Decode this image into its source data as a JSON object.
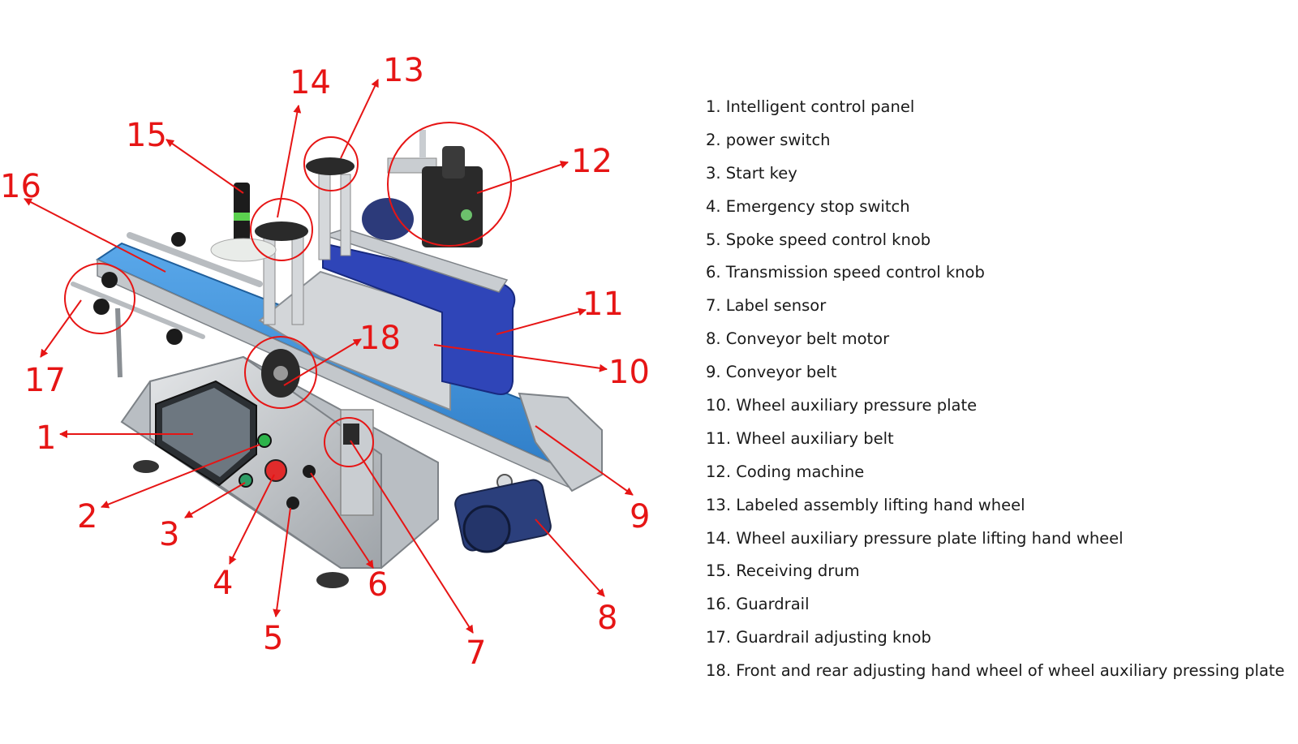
{
  "callouts": [
    {
      "num": "1",
      "label": "Intelligent control panel"
    },
    {
      "num": "2",
      "label": "power switch"
    },
    {
      "num": "3",
      "label": "Start key"
    },
    {
      "num": "4",
      "label": "Emergency stop switch"
    },
    {
      "num": "5",
      "label": "Spoke speed control knob"
    },
    {
      "num": "6",
      "label": "Transmission speed control knob"
    },
    {
      "num": "7",
      "label": "Label sensor"
    },
    {
      "num": "8",
      "label": "Conveyor belt motor"
    },
    {
      "num": "9",
      "label": "Conveyor belt"
    },
    {
      "num": "10",
      "label": "Wheel auxiliary pressure plate"
    },
    {
      "num": "11",
      "label": "Wheel auxiliary belt"
    },
    {
      "num": "12",
      "label": "Coding machine"
    },
    {
      "num": "13",
      "label": "Labeled assembly lifting hand wheel"
    },
    {
      "num": "14",
      "label": "Wheel auxiliary pressure plate lifting hand wheel"
    },
    {
      "num": "15",
      "label": "Receiving drum"
    },
    {
      "num": "16",
      "label": "Guardrail"
    },
    {
      "num": "17",
      "label": "Guardrail adjusting knob"
    },
    {
      "num": "18",
      "label": "Front and rear adjusting hand wheel of wheel auxiliary pressing plate"
    }
  ],
  "legend_items": [
    "1. Intelligent control panel",
    "2. power switch",
    "3. Start key",
    "4. Emergency stop switch",
    "5. Spoke speed control knob",
    "6. Transmission speed control knob",
    "7. Label sensor",
    "8. Conveyor belt motor",
    "9. Conveyor belt",
    "10. Wheel auxiliary pressure plate",
    "11. Wheel auxiliary belt",
    "12. Coding machine",
    "13. Labeled assembly lifting hand wheel",
    "14. Wheel auxiliary pressure plate lifting hand wheel",
    "15. Receiving drum",
    "16. Guardrail",
    "17. Guardrail adjusting knob",
    "18. Front and rear adjusting hand wheel of wheel auxiliary pressing plate"
  ],
  "colors": {
    "callout_red": "#e61515",
    "belt_blue": "#3a8fd8",
    "aux_belt_blue": "#2f45b8",
    "steel": "#c9cdd1",
    "dark": "#2a2a2a",
    "motor_blue": "#2b3f7c",
    "text": "#1a1a1a"
  }
}
